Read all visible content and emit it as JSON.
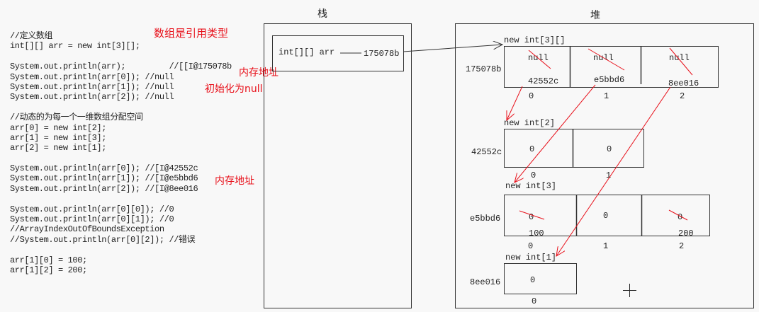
{
  "code_lines": [
    "//定义数组",
    "int[][] arr = new int[3][];",
    "",
    "System.out.println(arr);         //[[I@175078b",
    "System.out.println(arr[0]); //null",
    "System.out.println(arr[1]); //null",
    "System.out.println(arr[2]); //null",
    "",
    "//动态的为每一个一维数组分配空间",
    "arr[0] = new int[2];",
    "arr[1] = new int[3];",
    "arr[2] = new int[1];",
    "",
    "System.out.println(arr[0]); //[I@42552c",
    "System.out.println(arr[1]); //[I@e5bbd6",
    "System.out.println(arr[2]); //[I@8ee016",
    "",
    "System.out.println(arr[0][0]); //0",
    "System.out.println(arr[0][1]); //0",
    "//ArrayIndexOutOfBoundsException",
    "//System.out.println(arr[0][2]); //错误",
    "",
    "arr[1][0] = 100;",
    "arr[1][2] = 200;"
  ],
  "notes": {
    "ref_type": "数组是引用类型",
    "mem_addr1": "内存地址",
    "init_null": "初始化为null",
    "mem_addr2": "内存地址"
  },
  "stack": {
    "title": "栈",
    "var": "int[][] arr",
    "value": "175078b"
  },
  "heap": {
    "title": "堆",
    "outer": {
      "label": "new int[3][]",
      "addr": "175078b",
      "old": [
        "null",
        "null",
        "null"
      ],
      "values": [
        "42552c",
        "e5bbd6",
        "8ee016"
      ],
      "indices": [
        "0",
        "1",
        "2"
      ]
    },
    "a0": {
      "label": "new int[2]",
      "addr": "42552c",
      "values": [
        "0",
        "0"
      ],
      "indices": [
        "0",
        "1"
      ]
    },
    "a1": {
      "label": "new int[3]",
      "addr": "e5bbd6",
      "old": [
        "0",
        "0",
        "0"
      ],
      "values": [
        "100",
        "0",
        "200"
      ],
      "indices": [
        "0",
        "1",
        "2"
      ]
    },
    "a2": {
      "label": "new int[1]",
      "addr": "8ee016",
      "values": [
        "0"
      ],
      "indices": [
        "0"
      ]
    }
  },
  "colors": {
    "annotation": "#e8101a",
    "line": "#333333"
  }
}
